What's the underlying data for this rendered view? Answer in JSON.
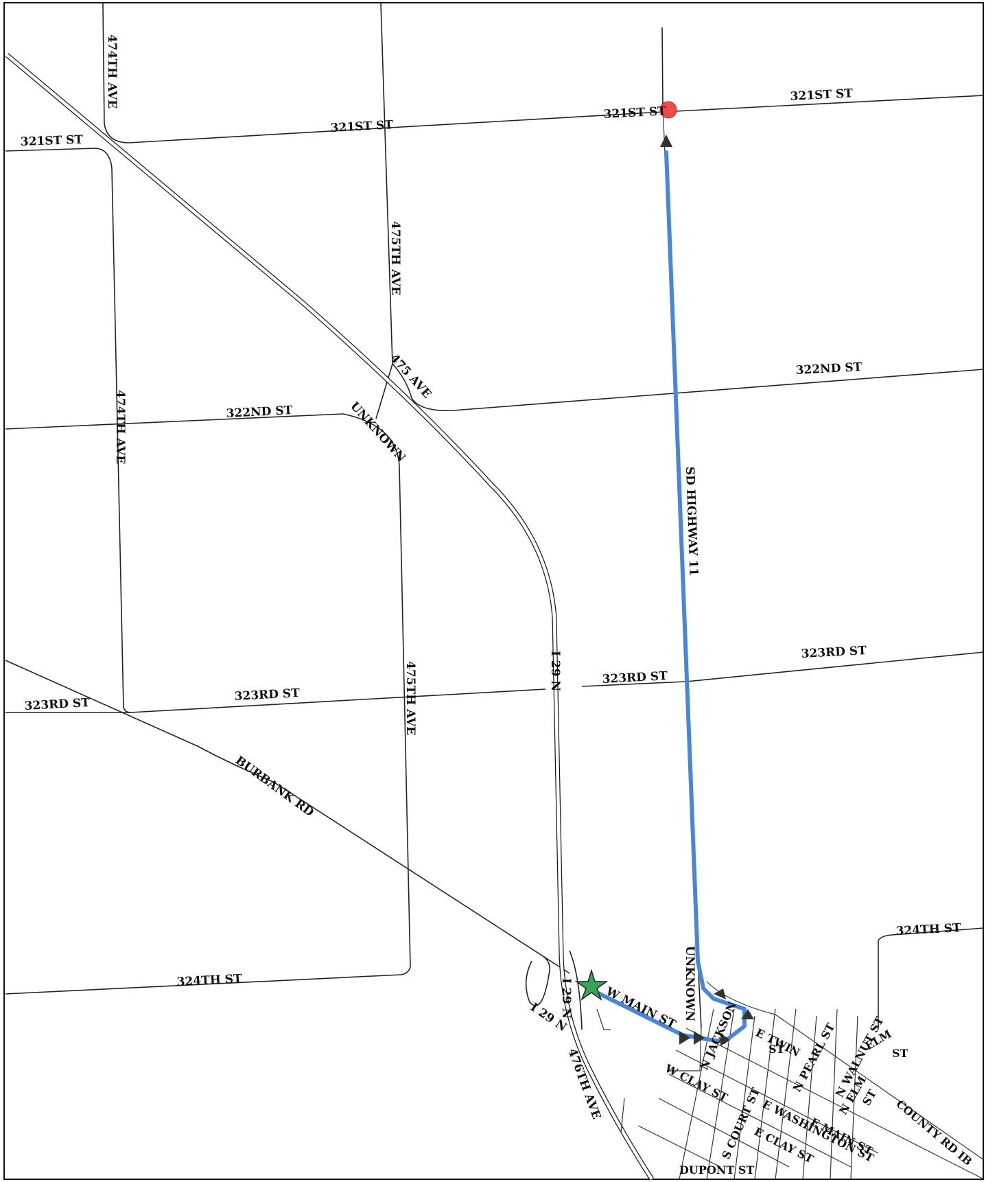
{
  "map": {
    "labels": {
      "st321_a": "321ST ST",
      "st321_b": "321ST ST",
      "st321_c": "321ST ST",
      "st321_d": "321ST ST",
      "ave474_a": "474TH AVE",
      "ave474_b": "474TH AVE",
      "ave475_a": "475TH AVE",
      "ave475_b": "475TH AVE",
      "ave475_short": "475 AVE",
      "st322_a": "322ND ST",
      "st322_b": "322ND ST",
      "unknown_a": "UNKNOWN",
      "unknown_b": "UNKNOWN",
      "sd_hwy11": "SD HIGHWAY 11",
      "i29n_a": "I 29 N",
      "i29n_b": "I 29 N",
      "i29n_c": "I 29 N",
      "st323_a": "323RD ST",
      "st323_b": "323RD ST",
      "st323_c": "323RD ST",
      "st323_d": "323RD ST",
      "burbank": "BURBANK RD",
      "st324_a": "324TH ST",
      "st324_b": "324TH ST",
      "w_main": "W MAIN ST",
      "ave476": "476TH AVE",
      "n_jackson": "N JACKSON",
      "e_twin": "E TWIN",
      "e_twin_st": "ST",
      "n_pearl": "N PEARL ST",
      "n_walnut": "N WALNUT ST",
      "elm": "ELM",
      "elm_st": "ST",
      "w_clay": "W CLAY ST",
      "s_court": "S COURT ST",
      "n_elm": "N ELM",
      "n_elm_st": "ST",
      "e_washington": "E WASHINGTON ST",
      "e_main": "E MAIN ST",
      "e_clay": "E CLAY ST",
      "county_rd": "COUNTY RD IB",
      "dupont": "DUPONT ST"
    },
    "route_color": "#4a86d6",
    "start_marker": {
      "shape": "star",
      "color": "#3aa35a"
    },
    "end_marker": {
      "shape": "circle",
      "color": "#ef4a4a"
    }
  }
}
